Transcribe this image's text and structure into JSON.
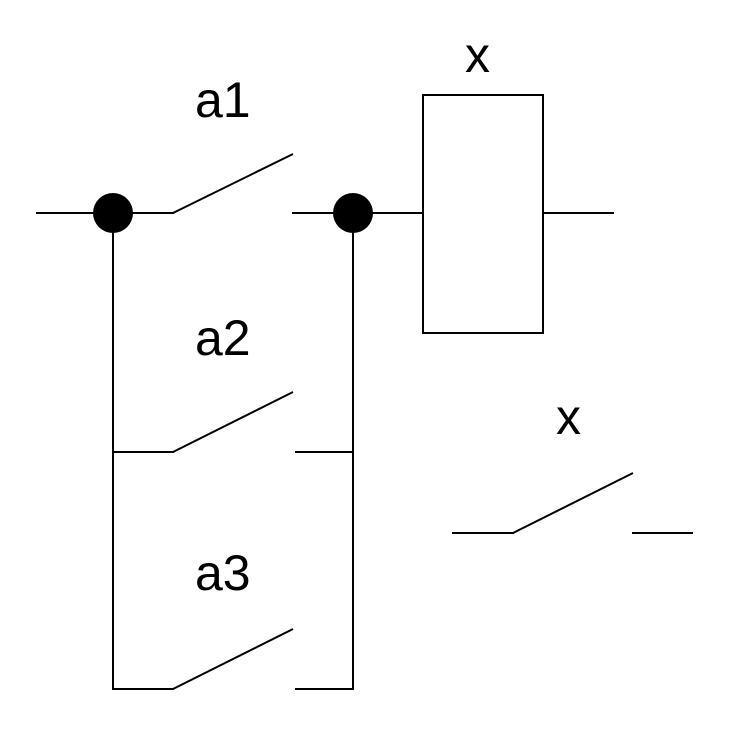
{
  "labels": {
    "a1": "a1",
    "a2": "a2",
    "a3": "a3",
    "coil": "x",
    "self_hold_contact": "x"
  },
  "colors": {
    "line": "#000000",
    "background": "#ffffff"
  }
}
